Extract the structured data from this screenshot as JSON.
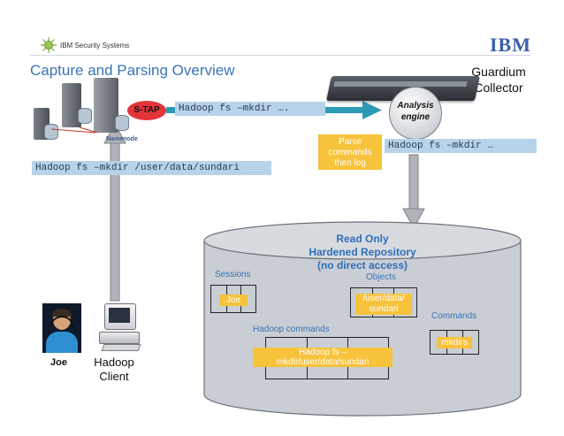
{
  "header": {
    "brand_text": "IBM Security Systems",
    "logo_text": "IBM"
  },
  "title": "Capture and Parsing Overview",
  "collector": {
    "label_line1": "Guardium",
    "label_line2": "Collector",
    "engine_line1": "Analysis",
    "engine_line2": "engine"
  },
  "cluster": {
    "stap_label": "S-TAP",
    "namenode_label": "Namenode"
  },
  "commands": {
    "top": "Hadoop fs –mkdir ….",
    "middle": "Hadoop fs –mkdir …",
    "left": "Hadoop fs –mkdir /user/data/sundari"
  },
  "parse_box": {
    "line1": "Parse",
    "line2": "commands",
    "line3": "then log"
  },
  "repository": {
    "line1": "Read Only",
    "line2": "Hardened Repository",
    "line3": "(no direct access)",
    "sessions_label": "Sessions",
    "sessions_value": "Joe",
    "objects_label": "Objects",
    "objects_value_line1": "/user/data/",
    "objects_value_line2": "sundari",
    "commands_label": "Commands",
    "commands_value": "mkdirs",
    "hadoop_commands_label": "Hadoop commands",
    "hadoop_value_line1": "Hadoop fs –",
    "hadoop_value_line2": "mkdir/user/data/sundari"
  },
  "client": {
    "user_name": "Joe",
    "label_line1": "Hadoop",
    "label_line2": "Client"
  },
  "colors": {
    "title_blue": "#3b74b6",
    "orange": "#f7c23c",
    "command_blue": "#b7d3ea",
    "cylinder_gray": "#c9ced4",
    "arrow_teal": "#2e9bb5",
    "stap_red": "#e3343a"
  }
}
